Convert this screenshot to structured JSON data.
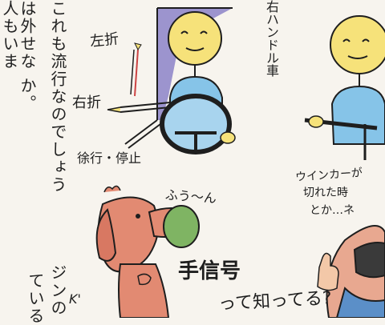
{
  "body_text": {
    "columns": [
      "人もいま",
      "は外せな か。",
      "これも流行なのでしょう",
      "ジンの",
      "ている"
    ]
  },
  "labels": {
    "left_turn": "左折",
    "right_turn": "右折",
    "slow_stop": "徐行・停止",
    "right_hand_drive": "右ハンドル車",
    "blinker_line1": "ウインカーが",
    "blinker_line2": "切れた時",
    "blinker_line3": "とか…ネ",
    "dog_sound": "ふう〜ん",
    "hand_signal": "手信号",
    "know_q": "って知ってる?",
    "signature": "K'"
  },
  "colors": {
    "face_yellow": "#f6e27a",
    "shirt_blue": "#86c4e8",
    "dog_red": "#e28a72",
    "mask_green": "#7fb463",
    "wall_purple": "#8c82c8",
    "ink": "#1e1e1e"
  }
}
